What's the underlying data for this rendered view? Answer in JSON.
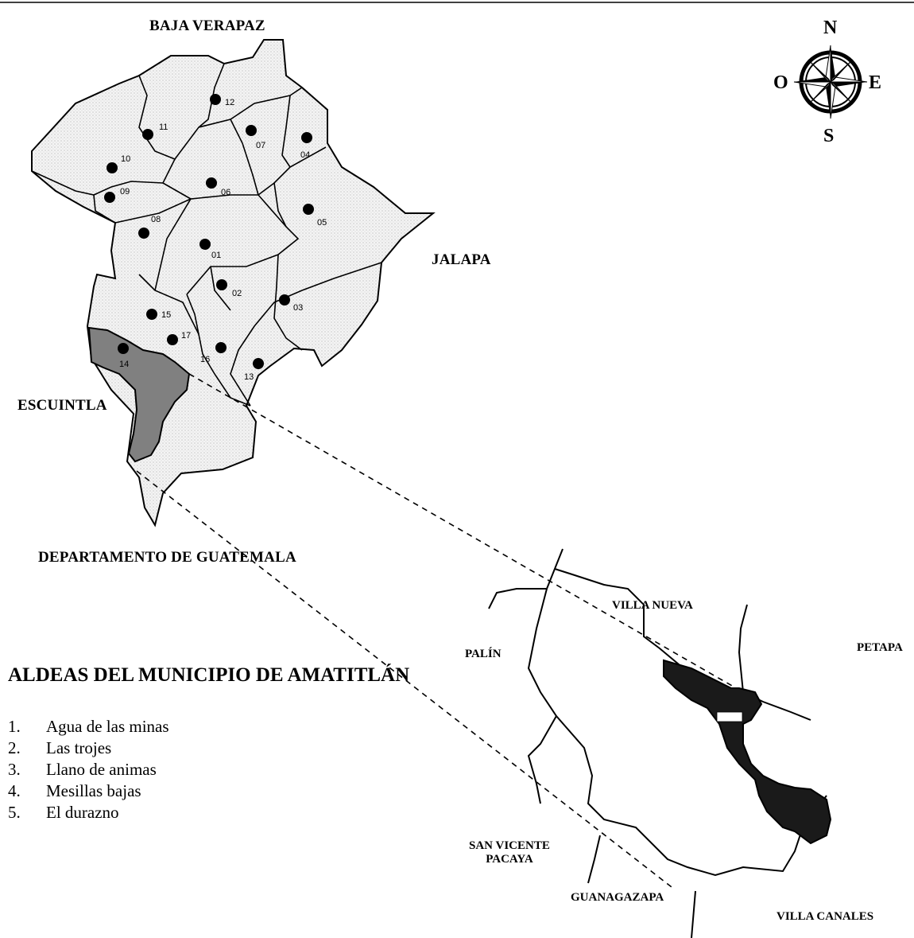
{
  "neighbors": {
    "north": "BAJA VERAPAZ",
    "east": "JALAPA",
    "west": "ESCUINTLA",
    "south": "DEPARTAMENTO DE GUATEMALA"
  },
  "inset_places": {
    "villa_nueva": "VILLA NUEVA",
    "petapa": "PETAPA",
    "palin": "PALÍN",
    "san_vicente_pacaya": "SAN VICENTE\nPACAYA",
    "guanagazapa": "GUANAGAZAPA",
    "villa_canales": "VILLA CANALES"
  },
  "compass": {
    "n": "N",
    "s": "S",
    "e": "E",
    "w": "O"
  },
  "village_markers": [
    "01",
    "02",
    "03",
    "04",
    "05",
    "06",
    "07",
    "08",
    "09",
    "10",
    "11",
    "12",
    "13",
    "14",
    "15",
    "16",
    "17"
  ],
  "list_title": "ALDEAS DEL MUNICIPIO DE AMATITLÁN",
  "villages": [
    {
      "num": "1.",
      "name": "Agua de las minas"
    },
    {
      "num": "2.",
      "name": "Las trojes"
    },
    {
      "num": "3.",
      "name": "Llano de animas"
    },
    {
      "num": "4.",
      "name": "Mesillas bajas"
    },
    {
      "num": "5.",
      "name": "El durazno"
    }
  ],
  "colors": {
    "region_fill": "#eeeeee",
    "lake_fill": "#808080",
    "inset_lake_fill": "#1a1a1a",
    "line": "#000000"
  }
}
